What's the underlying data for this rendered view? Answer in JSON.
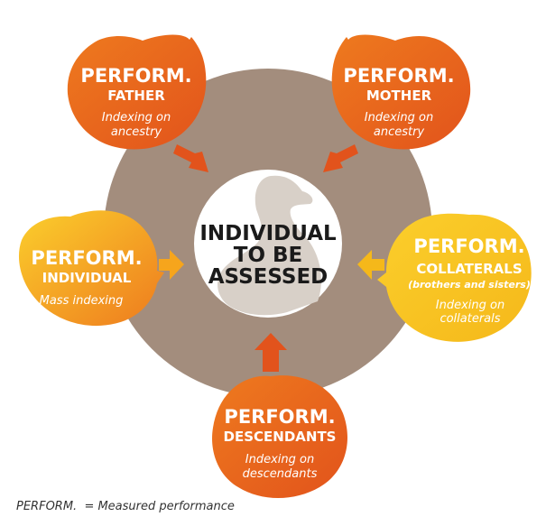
{
  "colors": {
    "ring": "#a38d7d",
    "center_fill": "#ffffff",
    "duck": "#d8d0c8",
    "orange_dark": "#e2531c",
    "orange_mid": "#ee7a1e",
    "yellow": "#f5b81a",
    "yellow_light": "#fbcf2c",
    "arrow_from_yellow": "#f6a51c"
  },
  "center": {
    "line1": "INDIVIDUAL",
    "line2": "TO BE",
    "line3": "ASSESSED"
  },
  "nodes": {
    "father": {
      "title": "PERFORM.",
      "subtitle": "FATHER",
      "desc1": "Indexing on",
      "desc2": "ancestry"
    },
    "mother": {
      "title": "PERFORM.",
      "subtitle": "MOTHER",
      "desc1": "Indexing on",
      "desc2": "ancestry"
    },
    "individual": {
      "title": "PERFORM.",
      "subtitle": "INDIVIDUAL",
      "desc1": "Mass indexing"
    },
    "collaterals": {
      "title": "PERFORM.",
      "subtitle": "COLLATERALS",
      "note": "(brothers and sisters)",
      "desc1": "Indexing on",
      "desc2": "collaterals"
    },
    "descendants": {
      "title": "PERFORM.",
      "subtitle": "DESCENDANTS",
      "desc1": "Indexing on",
      "desc2": "descendants"
    }
  },
  "legend": "PERFORM.  = Measured performance"
}
